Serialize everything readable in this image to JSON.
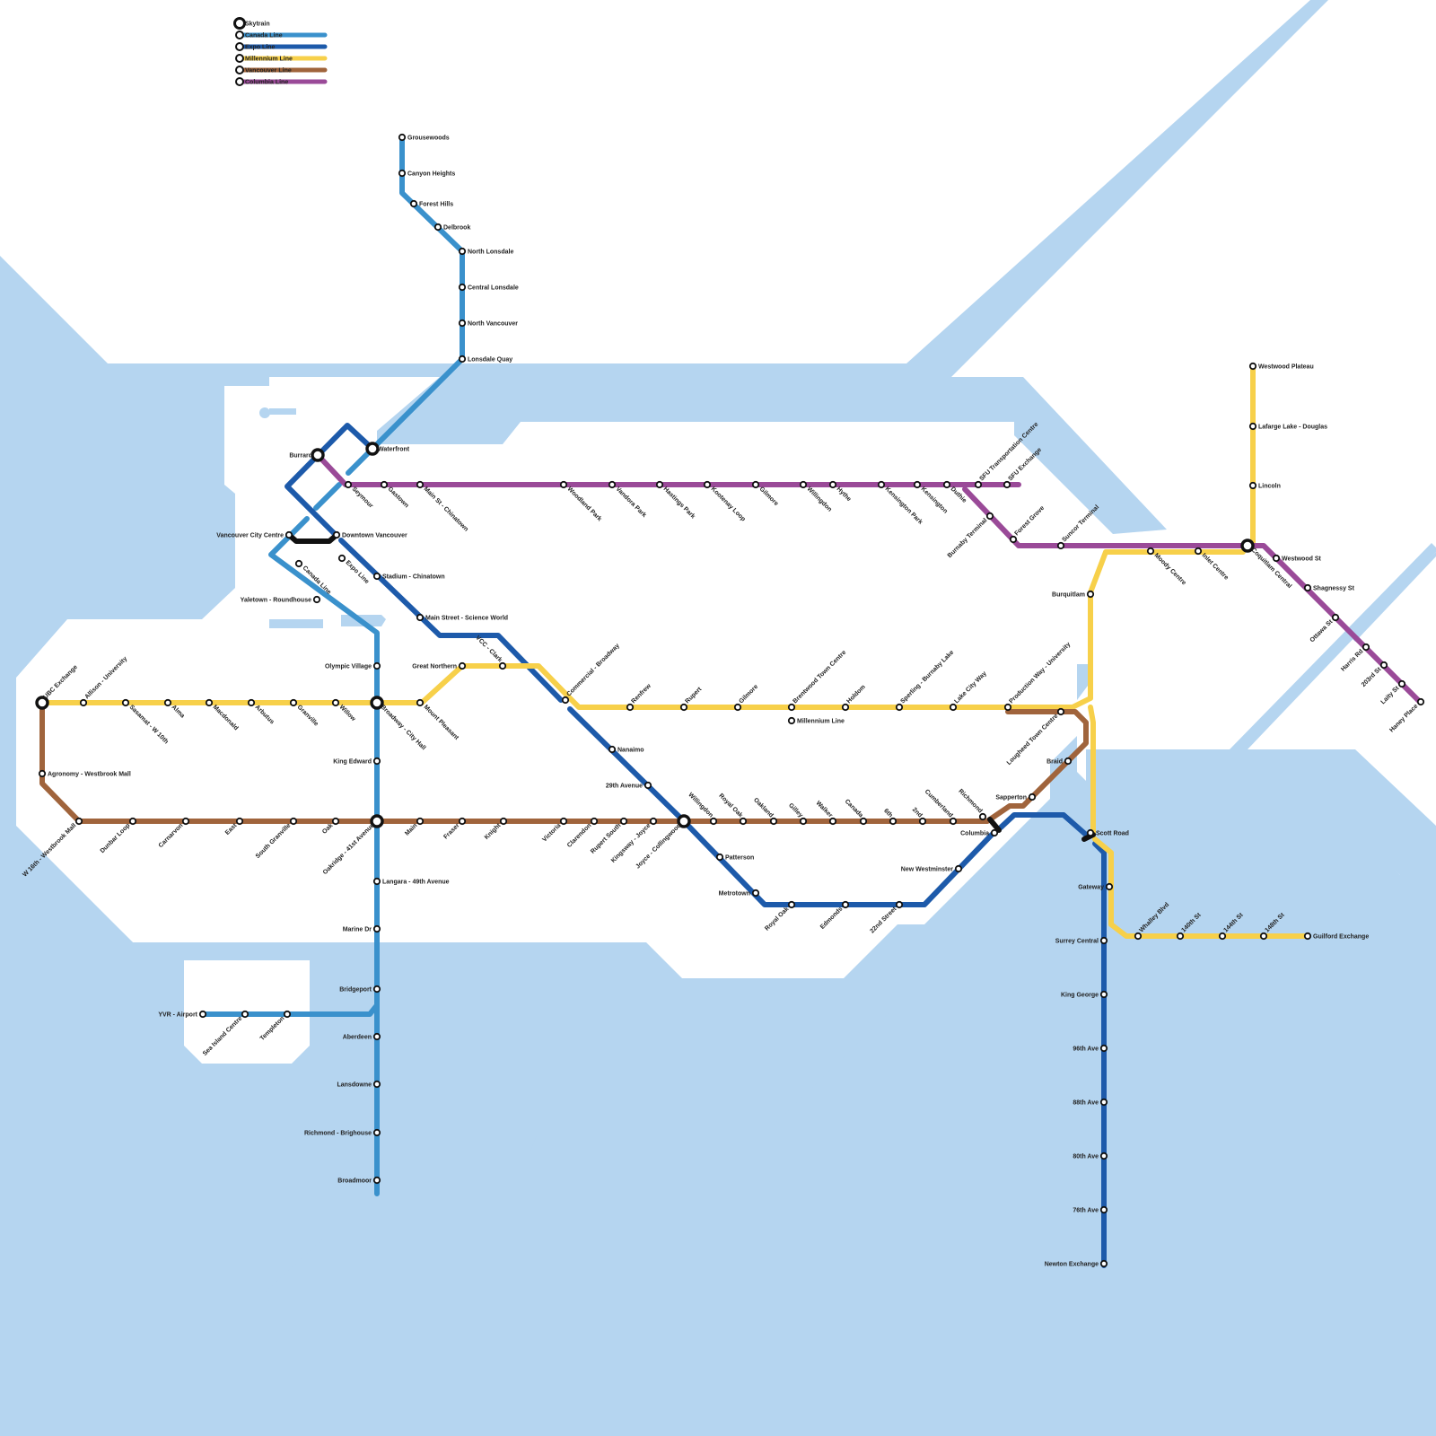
{
  "colors": {
    "water": "#b5d5f0",
    "land": "#ffffff",
    "skytrain": "#111111",
    "canada": "#3a91cc",
    "expo": "#1d5aaa",
    "millennium": "#f7d04a",
    "vancouver": "#a0643c",
    "columbia": "#9a4a98"
  },
  "legend": [
    {
      "id": "skytrain",
      "label": "Skytrain"
    },
    {
      "id": "canada",
      "label": "Canada Line"
    },
    {
      "id": "expo",
      "label": "Expo Line"
    },
    {
      "id": "millennium",
      "label": "Millennium Line"
    },
    {
      "id": "vancouver",
      "label": "Vancouver Line"
    },
    {
      "id": "columbia",
      "label": "Columbia Line"
    }
  ],
  "lines": [
    "canada",
    "expo",
    "millennium",
    "vancouver",
    "columbia",
    "skytrain"
  ],
  "stations": [
    {
      "name": "Grousewoods"
    },
    {
      "name": "Canyon Heights"
    },
    {
      "name": "Forest Hills"
    },
    {
      "name": "Delbrook"
    },
    {
      "name": "North Lonsdale"
    },
    {
      "name": "Central Lonsdale"
    },
    {
      "name": "North Vancouver"
    },
    {
      "name": "Lonsdale Quay"
    },
    {
      "name": "Waterfront"
    },
    {
      "name": "Burrard"
    },
    {
      "name": "Seymour"
    },
    {
      "name": "Gastown"
    },
    {
      "name": "Main St - Chinatown"
    },
    {
      "name": "Woodland Park"
    },
    {
      "name": "Vandora Park"
    },
    {
      "name": "Hastings Park"
    },
    {
      "name": "Kootenay Loop"
    },
    {
      "name": "Gilmore"
    },
    {
      "name": "Willingdon"
    },
    {
      "name": "Hythe"
    },
    {
      "name": "Kensington Park"
    },
    {
      "name": "Kensington"
    },
    {
      "name": "Duthie"
    },
    {
      "name": "SFU Transportation Centre"
    },
    {
      "name": "SFU Exchange"
    },
    {
      "name": "Burnaby Terminal"
    },
    {
      "name": "Forest Grove"
    },
    {
      "name": "Suncor Terminal"
    },
    {
      "name": "Moody Centre"
    },
    {
      "name": "Inlet Centre"
    },
    {
      "name": "Coquitlam Central"
    },
    {
      "name": "Westwood Plateau"
    },
    {
      "name": "Lafarge Lake - Douglas"
    },
    {
      "name": "Lincoln"
    },
    {
      "name": "Westwood St"
    },
    {
      "name": "Shagnessy St"
    },
    {
      "name": "Ottawa St"
    },
    {
      "name": "Harris Rd"
    },
    {
      "name": "203rd St"
    },
    {
      "name": "Laity St"
    },
    {
      "name": "Haney Place"
    },
    {
      "name": "Vancouver City Centre"
    },
    {
      "name": "Downtown Vancouver"
    },
    {
      "name": "Canada Line"
    },
    {
      "name": "Expo Line"
    },
    {
      "name": "Stadium - Chinatown"
    },
    {
      "name": "Yaletown - Roundhouse"
    },
    {
      "name": "Main Street - Science World"
    },
    {
      "name": "Olympic Village"
    },
    {
      "name": "Great Northern"
    },
    {
      "name": "VCC - Clark"
    },
    {
      "name": "Commercial - Broadway"
    },
    {
      "name": "UBC Exchange"
    },
    {
      "name": "Allison - University"
    },
    {
      "name": "Sasamat - W 10th"
    },
    {
      "name": "Alma"
    },
    {
      "name": "Macdonald"
    },
    {
      "name": "Arbutus"
    },
    {
      "name": "Granville"
    },
    {
      "name": "Willow"
    },
    {
      "name": "Broadway - City Hall"
    },
    {
      "name": "Mount Pleasant"
    },
    {
      "name": "Renfrew"
    },
    {
      "name": "Rupert"
    },
    {
      "name": "Gilmore"
    },
    {
      "name": "Brentwood Town Centre"
    },
    {
      "name": "Millennium Line"
    },
    {
      "name": "Holdom"
    },
    {
      "name": "Sperling - Burnaby Lake"
    },
    {
      "name": "Lake City Way"
    },
    {
      "name": "Production Way - University"
    },
    {
      "name": "Lougheed Town Centre"
    },
    {
      "name": "Burquitlam"
    },
    {
      "name": "Braid"
    },
    {
      "name": "Sapperton"
    },
    {
      "name": "Agronomy - Westbrook Mall"
    },
    {
      "name": "King Edward"
    },
    {
      "name": "Nanaimo"
    },
    {
      "name": "29th Avenue"
    },
    {
      "name": "W 16th - Westbrook Mall"
    },
    {
      "name": "Dunbar Loop"
    },
    {
      "name": "Carnarvon"
    },
    {
      "name": "East"
    },
    {
      "name": "South Granville"
    },
    {
      "name": "Oak"
    },
    {
      "name": "Oakridge - 41st Avenue"
    },
    {
      "name": "Main"
    },
    {
      "name": "Fraser"
    },
    {
      "name": "Knight"
    },
    {
      "name": "Victoria"
    },
    {
      "name": "Clarendon"
    },
    {
      "name": "Rupert South"
    },
    {
      "name": "Kingsway - Joyce"
    },
    {
      "name": "Joyce - Collingwood"
    },
    {
      "name": "Willingdon"
    },
    {
      "name": "Royal Oak"
    },
    {
      "name": "Oakland"
    },
    {
      "name": "Gilley"
    },
    {
      "name": "Walker"
    },
    {
      "name": "Canada"
    },
    {
      "name": "6th"
    },
    {
      "name": "2nd"
    },
    {
      "name": "Cumberland"
    },
    {
      "name": "Richmond"
    },
    {
      "name": "Columbia"
    },
    {
      "name": "Scott Road"
    },
    {
      "name": "Patterson"
    },
    {
      "name": "Metrotown"
    },
    {
      "name": "Royal Oak"
    },
    {
      "name": "Edmonds"
    },
    {
      "name": "22nd Street"
    },
    {
      "name": "New Westminster"
    },
    {
      "name": "Gateway"
    },
    {
      "name": "Whalley Blvd"
    },
    {
      "name": "140th St"
    },
    {
      "name": "144th St"
    },
    {
      "name": "148th St"
    },
    {
      "name": "Guilford Exchange"
    },
    {
      "name": "Surrey Central"
    },
    {
      "name": "King George"
    },
    {
      "name": "96th Ave"
    },
    {
      "name": "88th Ave"
    },
    {
      "name": "80th Ave"
    },
    {
      "name": "76th Ave"
    },
    {
      "name": "Newton Exchange"
    },
    {
      "name": "Langara - 49th Avenue"
    },
    {
      "name": "Marine Dr"
    },
    {
      "name": "Bridgeport"
    },
    {
      "name": "Aberdeen"
    },
    {
      "name": "Lansdowne"
    },
    {
      "name": "Richmond - Brighouse"
    },
    {
      "name": "Broadmoor"
    },
    {
      "name": "YVR - Airport"
    },
    {
      "name": "Sea Island Centre"
    },
    {
      "name": "Templeton"
    }
  ]
}
